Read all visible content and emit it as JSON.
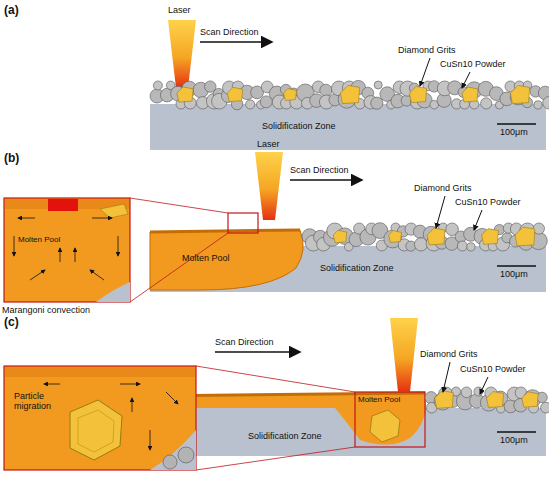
{
  "diagram": {
    "labels": [
      "(a)",
      "Laser",
      "Scan Direction",
      "Diamond Grits",
      "CuSn10 Powder",
      "Solidification Zone",
      "100μm",
      "(b)",
      "Laser",
      "Scan Direction",
      "Diamond Grits",
      "CuSn10 Powder",
      "Molten Pool",
      "Marangoni convection",
      "Molten Pool",
      "Solidification Zone",
      "100μm",
      "(c)",
      "Scan Direction",
      "Diamond Grits",
      "CuSn10 Powder",
      "Particle migration",
      "Molten Pool",
      "Solidification Zone",
      "100μm"
    ]
  }
}
